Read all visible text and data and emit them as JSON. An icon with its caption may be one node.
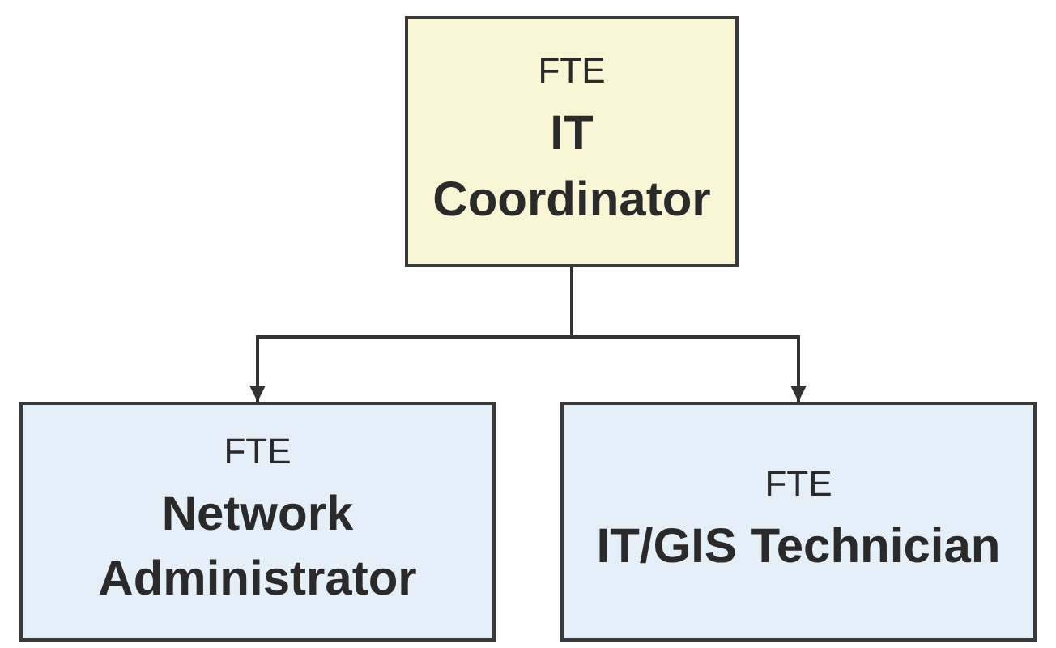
{
  "diagram": {
    "nodes": [
      {
        "text": [
          "FTE",
          "IT Coordinator"
        ]
      },
      {
        "text": [
          "FTE",
          "Network Administrator"
        ]
      },
      {
        "text": [
          "FTE",
          "IT/GIS Technician"
        ]
      }
    ],
    "edges": [
      {
        "from": 0,
        "to": 1,
        "arrow": "to"
      },
      {
        "from": 0,
        "to": 2,
        "arrow": "to"
      }
    ]
  }
}
